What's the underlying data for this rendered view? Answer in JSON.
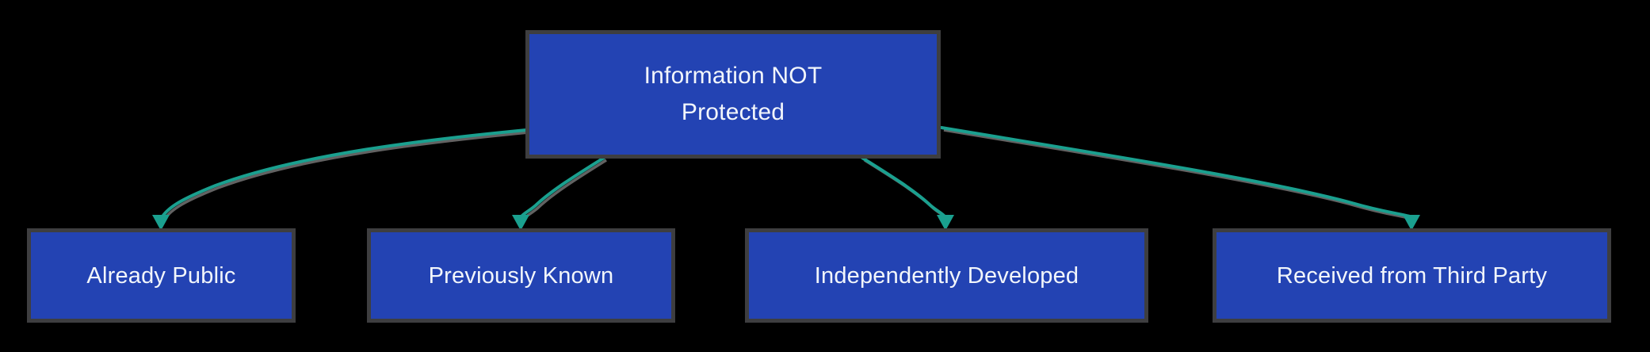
{
  "diagram": {
    "type": "flowchart-tree",
    "colors": {
      "background": "#000000",
      "node_fill": "#2343b3",
      "node_border": "#3e3e40",
      "node_text": "#f2f6fb",
      "edge_color": "#1aa08f",
      "edge_shadow": "#7a7a7a"
    },
    "root": {
      "id": "information-not-protected",
      "label": "Information NOT Protected",
      "lines": [
        "Information NOT",
        "Protected"
      ]
    },
    "children": [
      {
        "id": "already-public",
        "label": "Already Public"
      },
      {
        "id": "previously-known",
        "label": "Previously Known"
      },
      {
        "id": "independently-developed",
        "label": "Independently Developed"
      },
      {
        "id": "received-from-third-party",
        "label": "Received from Third Party"
      }
    ],
    "edges": [
      {
        "from": "information-not-protected",
        "to": "already-public"
      },
      {
        "from": "information-not-protected",
        "to": "previously-known"
      },
      {
        "from": "information-not-protected",
        "to": "independently-developed"
      },
      {
        "from": "information-not-protected",
        "to": "received-from-third-party"
      }
    ]
  }
}
